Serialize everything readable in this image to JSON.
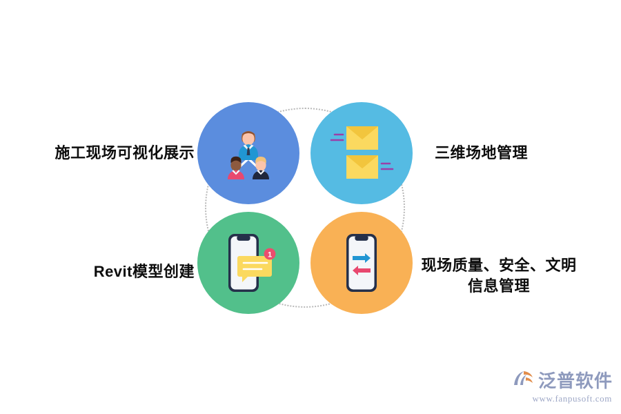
{
  "diagram": {
    "background_color": "#ffffff",
    "connector": {
      "name": "dotted-ring",
      "style": "dotted",
      "color": "#b8b8b8"
    },
    "nodes": [
      {
        "id": "construction-site-visualization",
        "position": "top-left",
        "circle_color": "#5b8dde",
        "icon": "team-org-chart-icon",
        "label": "施工现场可视化展示"
      },
      {
        "id": "three-dimensional-site-management",
        "position": "top-right",
        "circle_color": "#55bbe3",
        "icon": "stacked-envelopes-icon",
        "label": "三维场地管理"
      },
      {
        "id": "revit-model-creation",
        "position": "bottom-left",
        "circle_color": "#52c08b",
        "icon": "phone-chat-notification-icon",
        "label": "Revit模型创建"
      },
      {
        "id": "site-quality-safety-civilization-info-management",
        "position": "bottom-right",
        "circle_color": "#f9b155",
        "icon": "phone-data-transfer-icon",
        "label_line1": "现场质量、安全、文明",
        "label_line2": "信息管理"
      }
    ],
    "badge": {
      "name": "notification-badge",
      "count": "1",
      "color": "#ec4d6e"
    }
  },
  "watermark": {
    "brand": "泛普软件",
    "url": "www.fanpusoft.com",
    "brand_color": "#8a96bb",
    "logo_accent_color": "#e08945",
    "logo_body_color": "#8a96bb"
  }
}
